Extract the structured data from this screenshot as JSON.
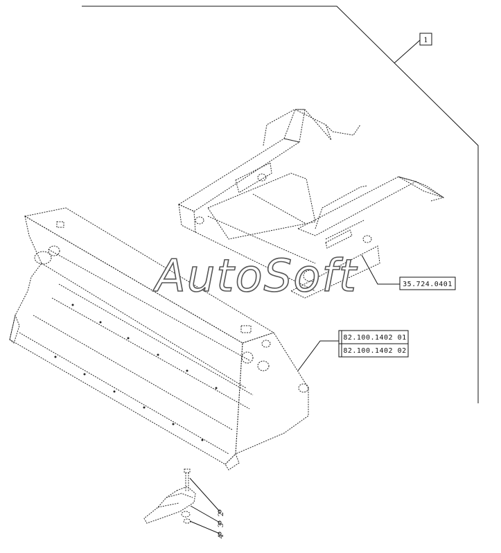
{
  "drawing": {
    "reference_box": "1",
    "watermark": "AutoSoft",
    "callouts": [
      {
        "id": "frame-ref",
        "label": "35.724.0401"
      },
      {
        "id": "bucket-ref-1",
        "label": "82.100.1402 01"
      },
      {
        "id": "bucket-ref-2",
        "label": "82.100.1402 02"
      }
    ],
    "item_numbers": [
      "2",
      "3",
      "4"
    ]
  }
}
